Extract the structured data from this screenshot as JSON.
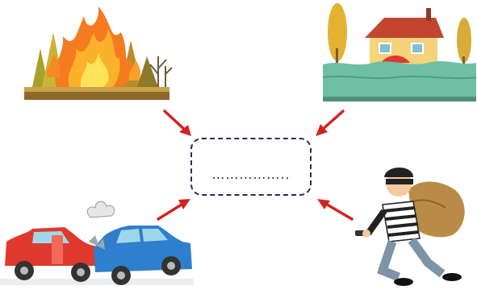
{
  "center": {
    "blank": "…………….."
  },
  "colors": {
    "arrow": "#d32222",
    "box_border": "#1f2d5a"
  },
  "scenes": [
    {
      "name": "forest-fire",
      "icon": "forest-fire-icon"
    },
    {
      "name": "house-flood",
      "icon": "flood-icon"
    },
    {
      "name": "car-crash",
      "icon": "car-crash-icon"
    },
    {
      "name": "burglar",
      "icon": "burglar-icon"
    }
  ]
}
